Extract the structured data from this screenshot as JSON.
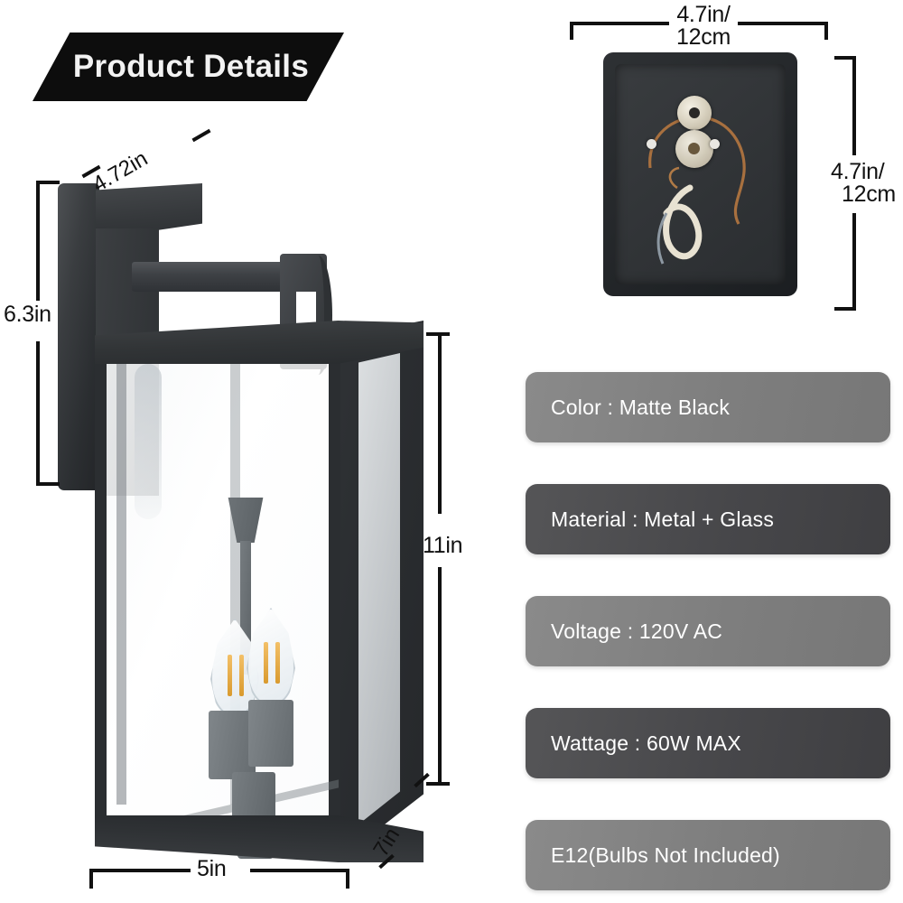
{
  "banner": {
    "title": "Product Details"
  },
  "lamp_dimensions": {
    "depth_top": "4.72in",
    "backplate_height": "6.3in",
    "lantern_height": "11in",
    "width": "5in",
    "depth_bottom": "7in"
  },
  "mount_plate_dimensions": {
    "width_line1": "4.7in/",
    "width_line2": "12cm",
    "height_line1": "4.7in/",
    "height_line2": "12cm"
  },
  "specs": [
    {
      "label": "Color : Matte Black",
      "style": "light"
    },
    {
      "label": "Material : Metal + Glass",
      "style": "dark"
    },
    {
      "label": "Voltage : 120V AC",
      "style": "light"
    },
    {
      "label": "Wattage :  60W MAX",
      "style": "dark"
    },
    {
      "label": "E12(Bulbs Not Included)",
      "style": "light"
    }
  ],
  "colors": {
    "banner_bg": "#0d0d0d",
    "banner_text": "#f2f2f2",
    "spec_light": "#7e7e7e",
    "spec_dark": "#47474a",
    "spec_text": "#ffffff",
    "metal_black": "#2b2e31",
    "dimension_line": "#111111",
    "filament_amber": "#d99a2e",
    "wire_copper": "#a8703f",
    "wire_cream": "#e8e2d2"
  }
}
